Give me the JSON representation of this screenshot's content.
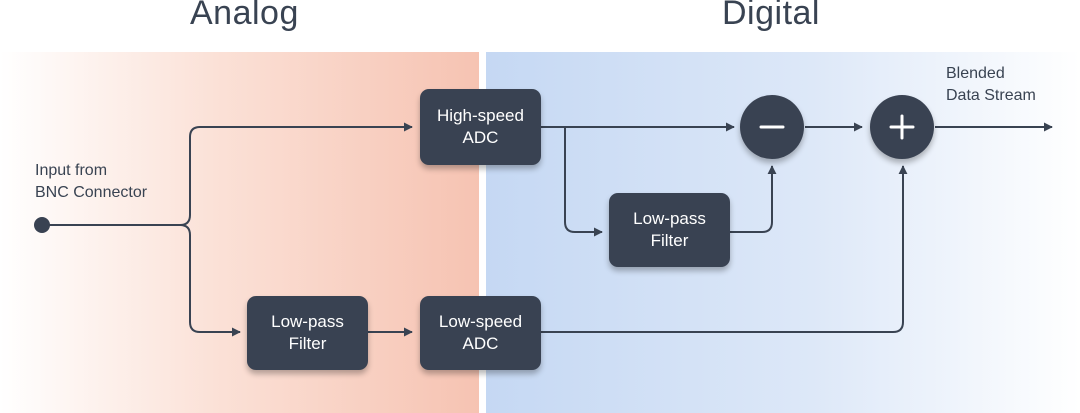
{
  "regions": {
    "analog": {
      "title": "Analog"
    },
    "digital": {
      "title": "Digital"
    }
  },
  "labels": {
    "input": "Input from\nBNC Connector",
    "output": "Blended\nData Stream"
  },
  "blocks": {
    "high_speed_adc": "High-speed\nADC",
    "lowpass_digital": "Low-pass\nFilter",
    "lowpass_analog": "Low-pass\nFilter",
    "low_speed_adc": "Low-speed\nADC"
  },
  "operators": {
    "subtract": "minus-icon",
    "add": "plus-icon"
  },
  "colors": {
    "block": "#394252",
    "wire": "#394352",
    "analog_tint": "#f6c3b2",
    "digital_tint": "#c5d8f3"
  }
}
